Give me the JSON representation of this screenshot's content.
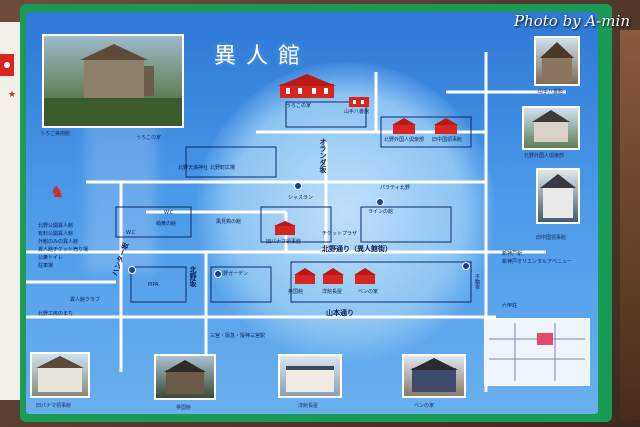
{
  "credit": "Photo by A-min",
  "title": "異人館",
  "photos": [
    {
      "id": "uroko",
      "caption": "うろこ美術館"
    },
    {
      "id": "uroko2",
      "caption": "うろこの家"
    },
    {
      "id": "yamate",
      "caption": "山手八番館"
    },
    {
      "id": "gaikoku",
      "caption": "北野外国人倶楽部"
    },
    {
      "id": "consul",
      "caption": "旧中国領事館"
    },
    {
      "id": "panama",
      "caption": "旧パナマ領事館"
    },
    {
      "id": "eikoku",
      "caption": "英国館"
    },
    {
      "id": "yokan",
      "caption": "洋館長屋"
    },
    {
      "id": "bennet",
      "caption": "ベンの家"
    }
  ],
  "houses": [
    {
      "id": "h1",
      "label": "うろこの家"
    },
    {
      "id": "h2",
      "label": "山手八番館"
    },
    {
      "id": "h3",
      "label": "北野外国人倶楽部"
    },
    {
      "id": "h4",
      "label": "旧中国領事館"
    },
    {
      "id": "h5",
      "label": "旧パナマ領事館"
    },
    {
      "id": "h6",
      "label": "英国館"
    },
    {
      "id": "h7",
      "label": "洋館長屋"
    },
    {
      "id": "h8",
      "label": "ベンの家"
    }
  ],
  "streets": {
    "kitano": "北野通り（異人館街）",
    "yamamoto": "山本通り",
    "hunter": "ハンター坂",
    "kitanozaka": "北野坂",
    "oranda": "オランダ坂"
  },
  "labels": [
    "萌黄の館",
    "風見鶏の館",
    "北野天満神社",
    "ラインの館",
    "北野町広場",
    "チケットプラザ",
    "パラティ北野",
    "シャスラン",
    "北野ガーデン",
    "PIPA",
    "異人館クラブ",
    "北野工房のまち",
    "三宮・阪急・阪神三宮駅",
    "新神戸オリエンタルアベニュー",
    "新神戸駅",
    "六甲荘",
    "W.C",
    "P",
    "不動坂"
  ],
  "legend": [
    "北野公開異人館",
    "有料公開異人館",
    "外観のみの異人館",
    "異人館チケット売り場",
    "公衆トイレ",
    "駐車場"
  ],
  "colors": {
    "board": "#1a9a55",
    "sky": "#2f78d6",
    "glow": "#bfe0fb",
    "house": "#d8261f",
    "street": "#ffffff",
    "text": "#0c1f55"
  }
}
